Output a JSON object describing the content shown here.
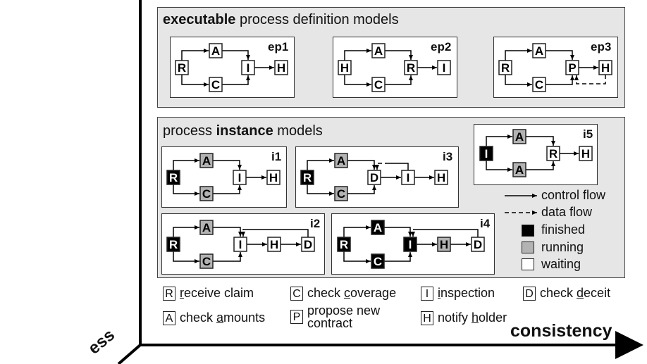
{
  "panels": {
    "executable": {
      "title_bold": "executable",
      "title_rest": " process definition models"
    },
    "instance": {
      "title_pre": "process ",
      "title_bold": "instance",
      "title_rest": " models"
    }
  },
  "diagrams": {
    "ep1": {
      "label": "ep1",
      "nodes": [
        "R",
        "A",
        "C",
        "I",
        "H"
      ]
    },
    "ep2": {
      "label": "ep2",
      "nodes": [
        "H",
        "A",
        "C",
        "R",
        "I"
      ]
    },
    "ep3": {
      "label": "ep3",
      "nodes": [
        "R",
        "A",
        "C",
        "P",
        "H"
      ]
    },
    "i1": {
      "label": "i1",
      "nodes": [
        "R",
        "A",
        "C",
        "I",
        "H"
      ]
    },
    "i2": {
      "label": "i2",
      "nodes": [
        "R",
        "A",
        "C",
        "I",
        "H",
        "D"
      ]
    },
    "i3": {
      "label": "i3",
      "nodes": [
        "R",
        "A",
        "C",
        "D",
        "I",
        "H"
      ]
    },
    "i4": {
      "label": "i4",
      "nodes": [
        "R",
        "A",
        "C",
        "I",
        "H",
        "D"
      ]
    },
    "i5": {
      "label": "i5",
      "nodes": [
        "I",
        "A",
        "A",
        "R",
        "H"
      ]
    }
  },
  "key": {
    "control_flow": "control flow",
    "data_flow": "data flow",
    "finished": "finished",
    "running": "running",
    "waiting": "waiting"
  },
  "colors": {
    "finished": "#000000",
    "running": "#b3b3b3",
    "waiting": "#ffffff",
    "panel": "#e6e6e6"
  },
  "legend": {
    "R": {
      "letter": "R",
      "u": "r",
      "rest": "eceive claim"
    },
    "C": {
      "letter": "C",
      "pre": "check ",
      "u": "c",
      "rest": "overage"
    },
    "I": {
      "letter": "I",
      "u": "i",
      "rest": "nspection"
    },
    "D": {
      "letter": "D",
      "pre": "check ",
      "u": "d",
      "rest": "eceit"
    },
    "A": {
      "letter": "A",
      "pre": "check ",
      "u": "a",
      "rest": "mounts"
    },
    "P": {
      "letter": "P",
      "line1": "propose new",
      "line2": "contract"
    },
    "H": {
      "letter": "H",
      "pre": "notify ",
      "u": "h",
      "rest": "older"
    }
  },
  "axes": {
    "x_label": "consistency",
    "z_label_fragment": "ess"
  }
}
